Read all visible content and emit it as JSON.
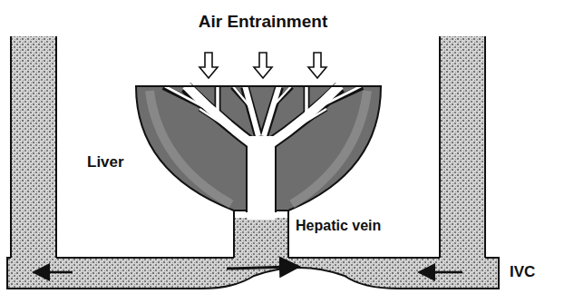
{
  "diagram": {
    "labels": [
      "Air Entrainment",
      "Liver",
      "Hepatic vein",
      "IVC"
    ]
  }
}
